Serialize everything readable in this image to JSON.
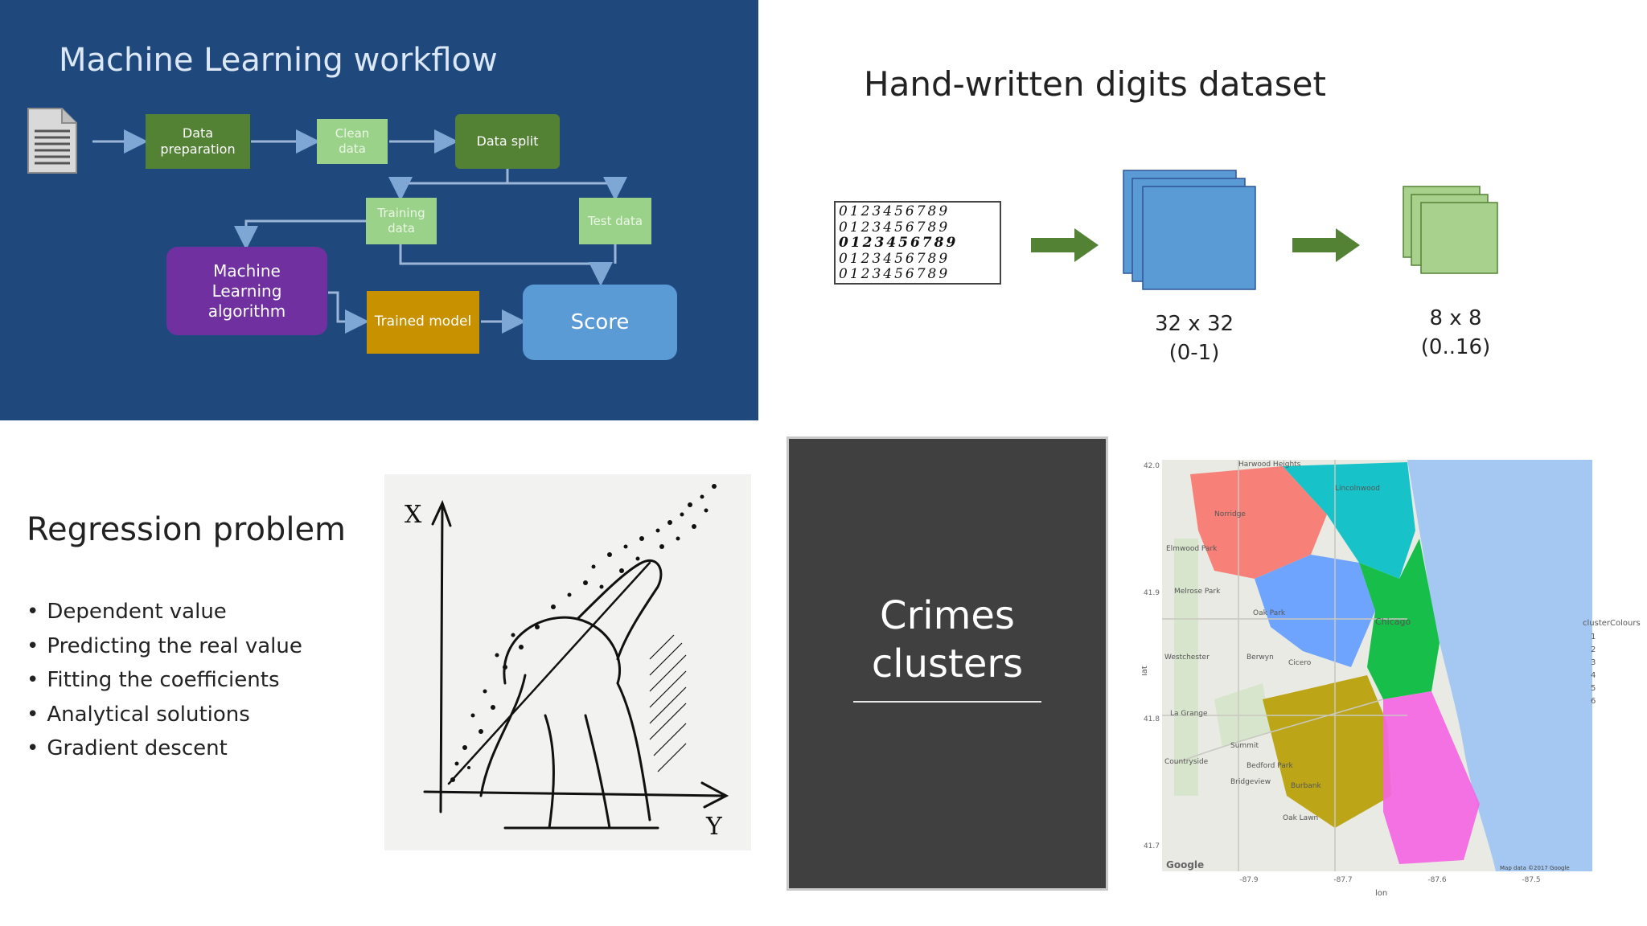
{
  "workflow": {
    "title": "Machine Learning workflow",
    "nodes": {
      "data_prep": "Data preparation",
      "clean_data": "Clean data",
      "data_split": "Data split",
      "training_data": "Training data",
      "test_data": "Test data",
      "ml_algorithm": "Machine Learning algorithm",
      "trained_model": "Trained model",
      "score": "Score"
    }
  },
  "digits": {
    "title": "Hand-written digits dataset",
    "rows": [
      "0123456789",
      "0123456789",
      "0123456789",
      "0123456789",
      "0123456789"
    ],
    "stage1": {
      "size": "32 x 32",
      "range": "(0-1)"
    },
    "stage2": {
      "size": "8 x 8",
      "range": "(0..16)"
    }
  },
  "regression": {
    "title": "Regression problem",
    "bullets": [
      "Dependent value",
      "Predicting the real value",
      "Fitting the coefficients",
      "Analytical solutions",
      "Gradient descent"
    ],
    "sketch_axis_x": "X",
    "sketch_axis_y": "Y"
  },
  "crimes": {
    "title_line1": "Crimes",
    "title_line2": "clusters"
  },
  "map": {
    "y_ticks": [
      "42.0",
      "41.9",
      "41.8",
      "41.7"
    ],
    "x_ticks": [
      "-87.9",
      "-87.7",
      "-87.6",
      "-87.5"
    ],
    "xlabel": "lon",
    "ylabel": "lat",
    "legend_title": "clusterColours",
    "legend_items": [
      "1",
      "2",
      "3",
      "4",
      "5",
      "6"
    ],
    "places": [
      "Norridge",
      "Harwood Heights",
      "Elmwood Park",
      "Melrose Park",
      "Oak Park",
      "Chicago",
      "Berwyn",
      "Cicero",
      "La Grange",
      "Bedford Park",
      "Burbank",
      "Bridgeview",
      "Oak Lawn",
      "Lincolnwood",
      "Westchester",
      "Summit",
      "Countryside"
    ],
    "attribution": "Map data ©2017 Google",
    "logo": "Google",
    "cluster_colors": [
      "#f8766d",
      "#00bfc4",
      "#619cff",
      "#00ba38",
      "#b79f00",
      "#f564e3"
    ]
  }
}
